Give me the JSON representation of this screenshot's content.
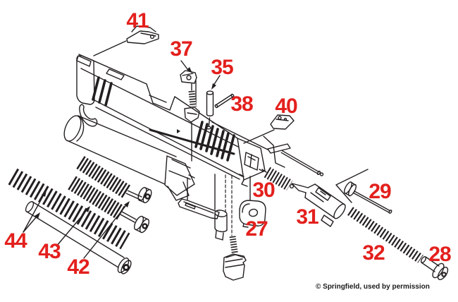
{
  "diagram": {
    "credit": "© Springfield, used by permission",
    "label_color": "#e3201d",
    "line_color": "#231f20",
    "part_labels": [
      {
        "number": "41"
      },
      {
        "number": "37"
      },
      {
        "number": "35"
      },
      {
        "number": "38"
      },
      {
        "number": "40"
      },
      {
        "number": "30"
      },
      {
        "number": "29"
      },
      {
        "number": "31"
      },
      {
        "number": "27"
      },
      {
        "number": "32"
      },
      {
        "number": "28"
      },
      {
        "number": "44"
      },
      {
        "number": "43"
      },
      {
        "number": "42"
      }
    ]
  }
}
